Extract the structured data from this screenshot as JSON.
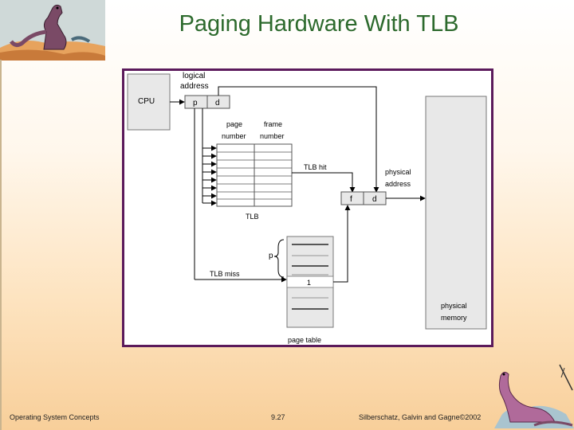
{
  "slide": {
    "title": "Paging Hardware With TLB",
    "footer_left": "Operating System Concepts",
    "footer_center": "9.27",
    "footer_right": "Silberschatz, Galvin and Gagne©2002"
  },
  "diagram": {
    "cpu_label": "CPU",
    "logical_address_line1": "logical",
    "logical_address_line2": "address",
    "p_label": "p",
    "d_label": "d",
    "page_number_line1": "page",
    "page_number_line2": "number",
    "frame_number_line1": "frame",
    "frame_number_line2": "number",
    "tlb_hit_label": "TLB hit",
    "tlb_label": "TLB",
    "physical_address_line1": "physical",
    "physical_address_line2": "address",
    "f_label": "f",
    "d2_label": "d",
    "p_brace_label": "p",
    "tlb_miss_label": "TLB miss",
    "page_table_entry": "1",
    "page_table_label": "page table",
    "physical_memory_line1": "physical",
    "physical_memory_line2": "memory"
  },
  "colors": {
    "title": "#2d6a2d",
    "frame_border": "#5b1a5b",
    "memory_fill": "#e8e8e8",
    "cpu_fill": "#e8e8e8"
  },
  "icons": [
    "dinosaur-logo-top-left",
    "dinosaur-logo-bottom-right"
  ]
}
